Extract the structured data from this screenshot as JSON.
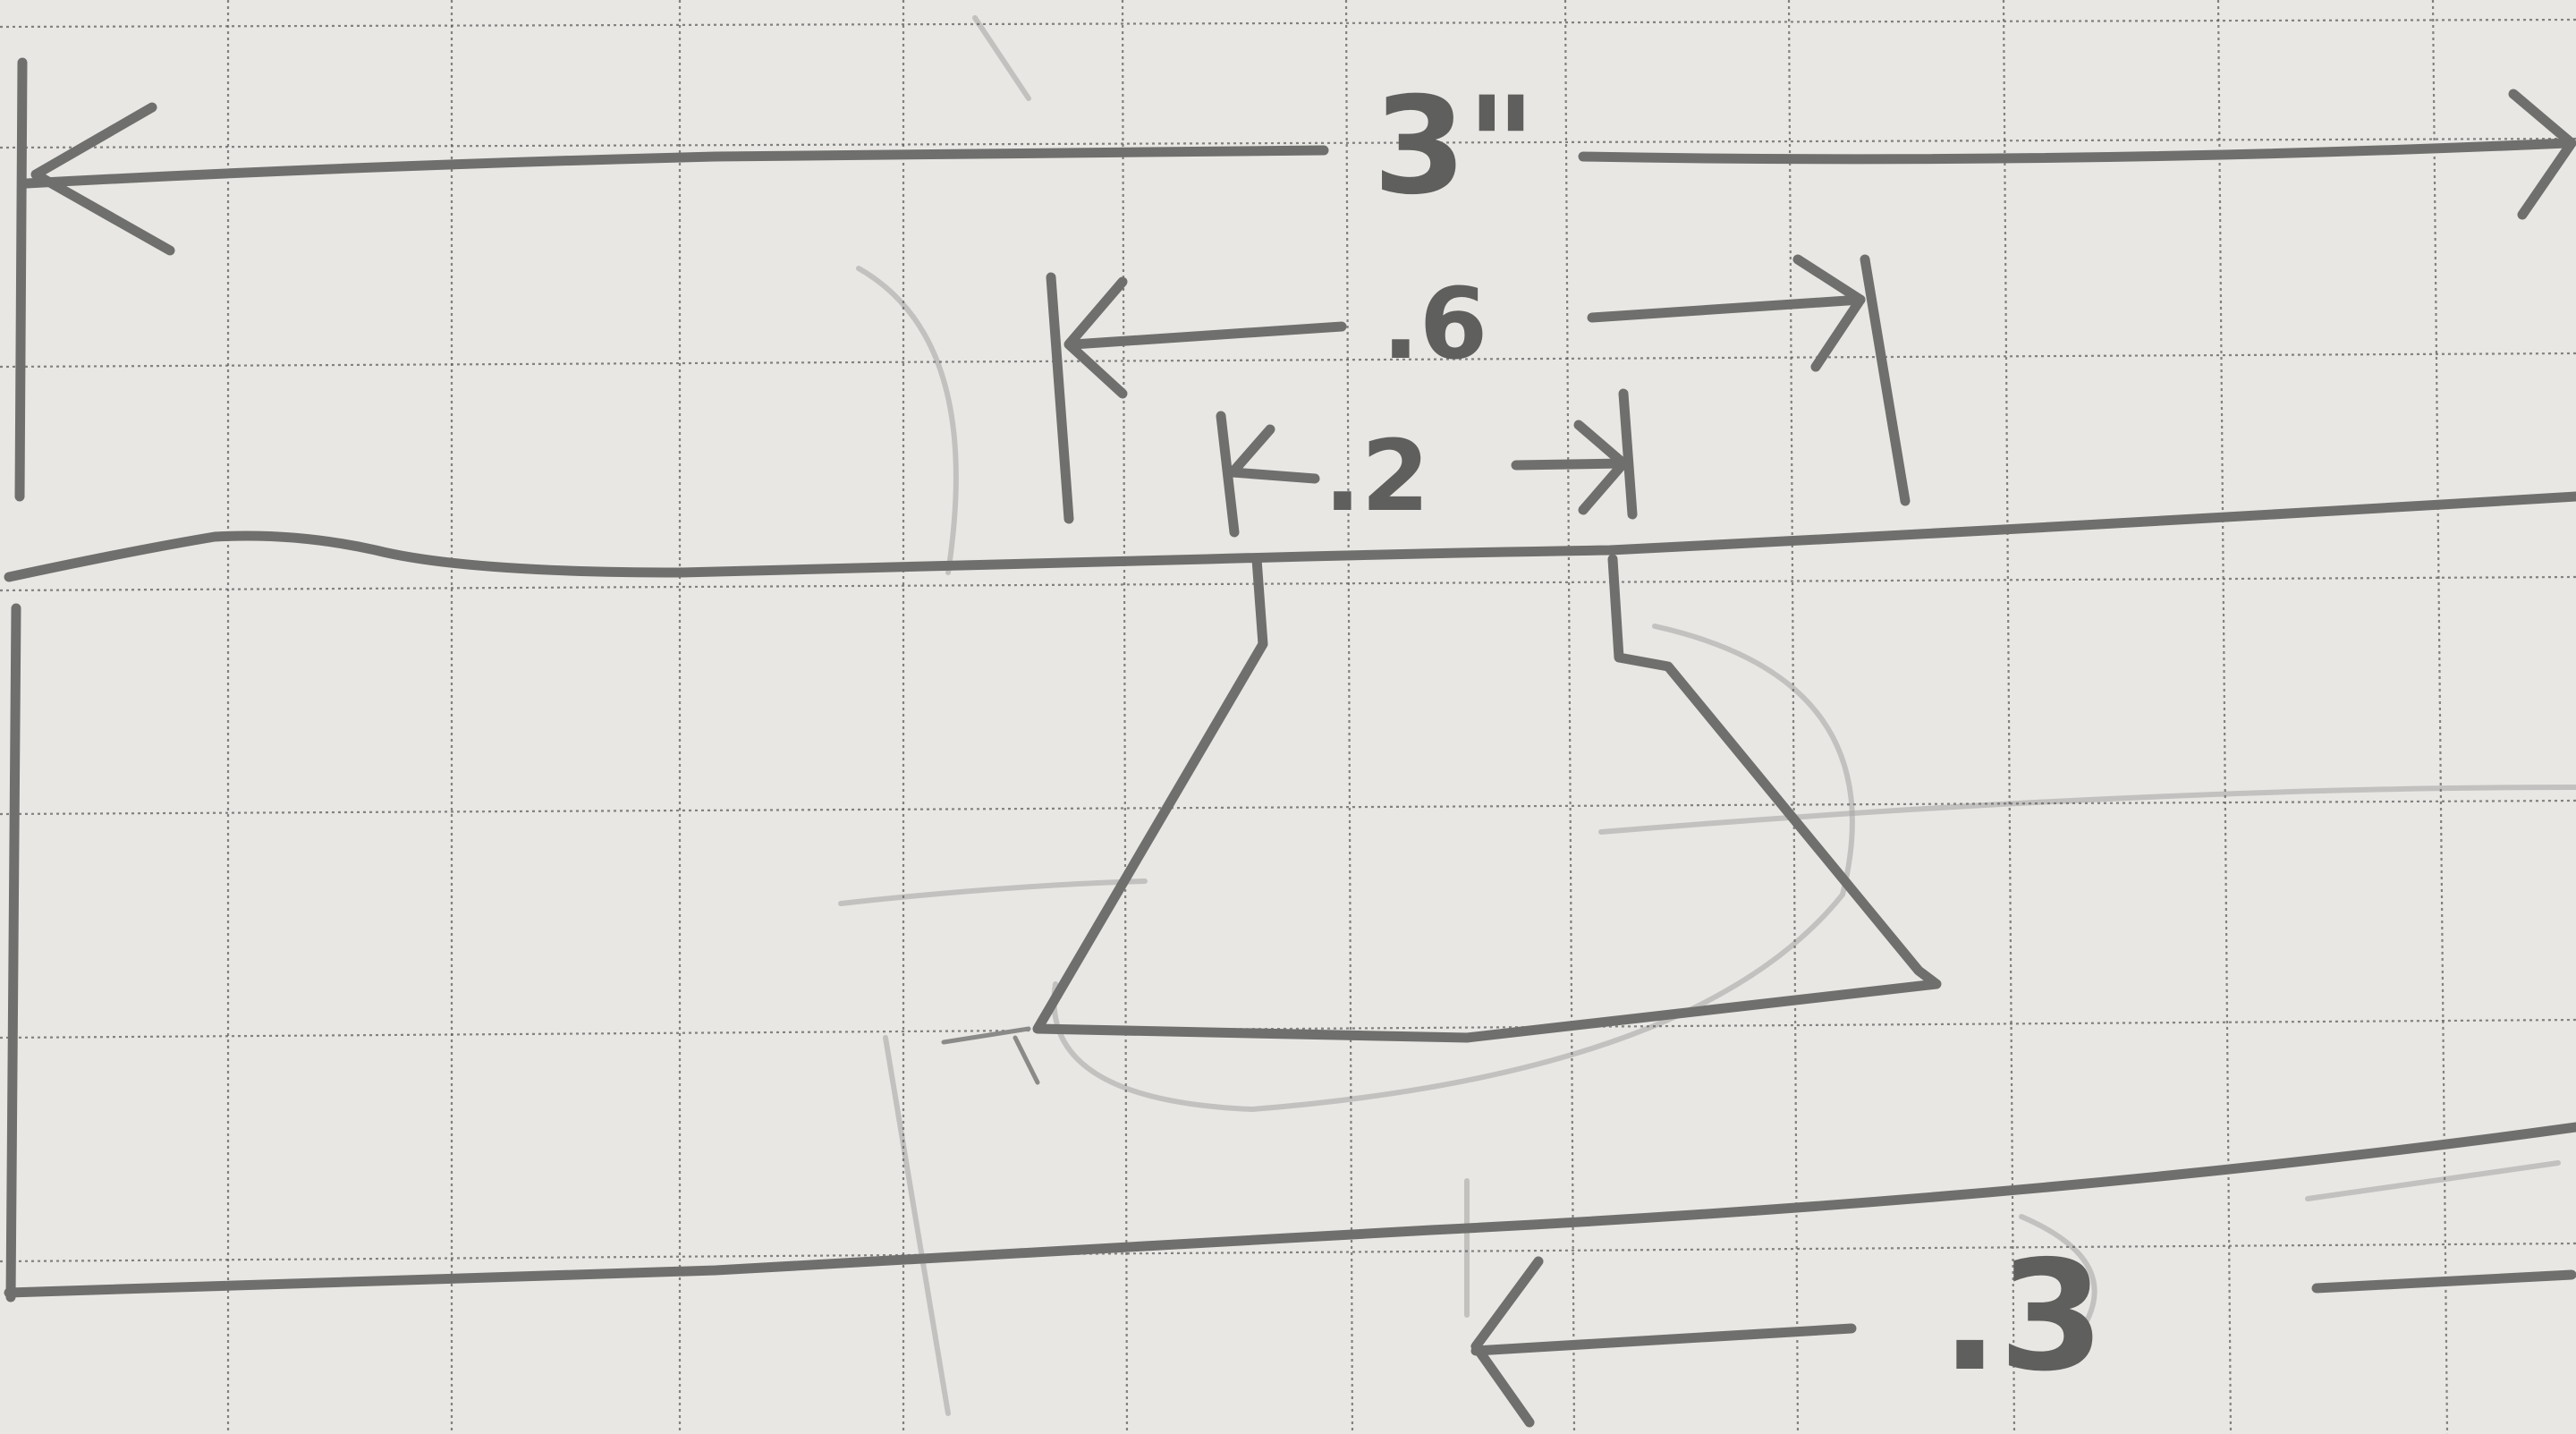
{
  "dimensions": {
    "overall_width": "3\"",
    "top_width": ".6",
    "slot_width": ".2",
    "bottom_offset": ".3"
  },
  "colors": {
    "paper": "#e8e7e4",
    "pencil": "#6f6f6d",
    "grid": "#5f5f5f"
  }
}
